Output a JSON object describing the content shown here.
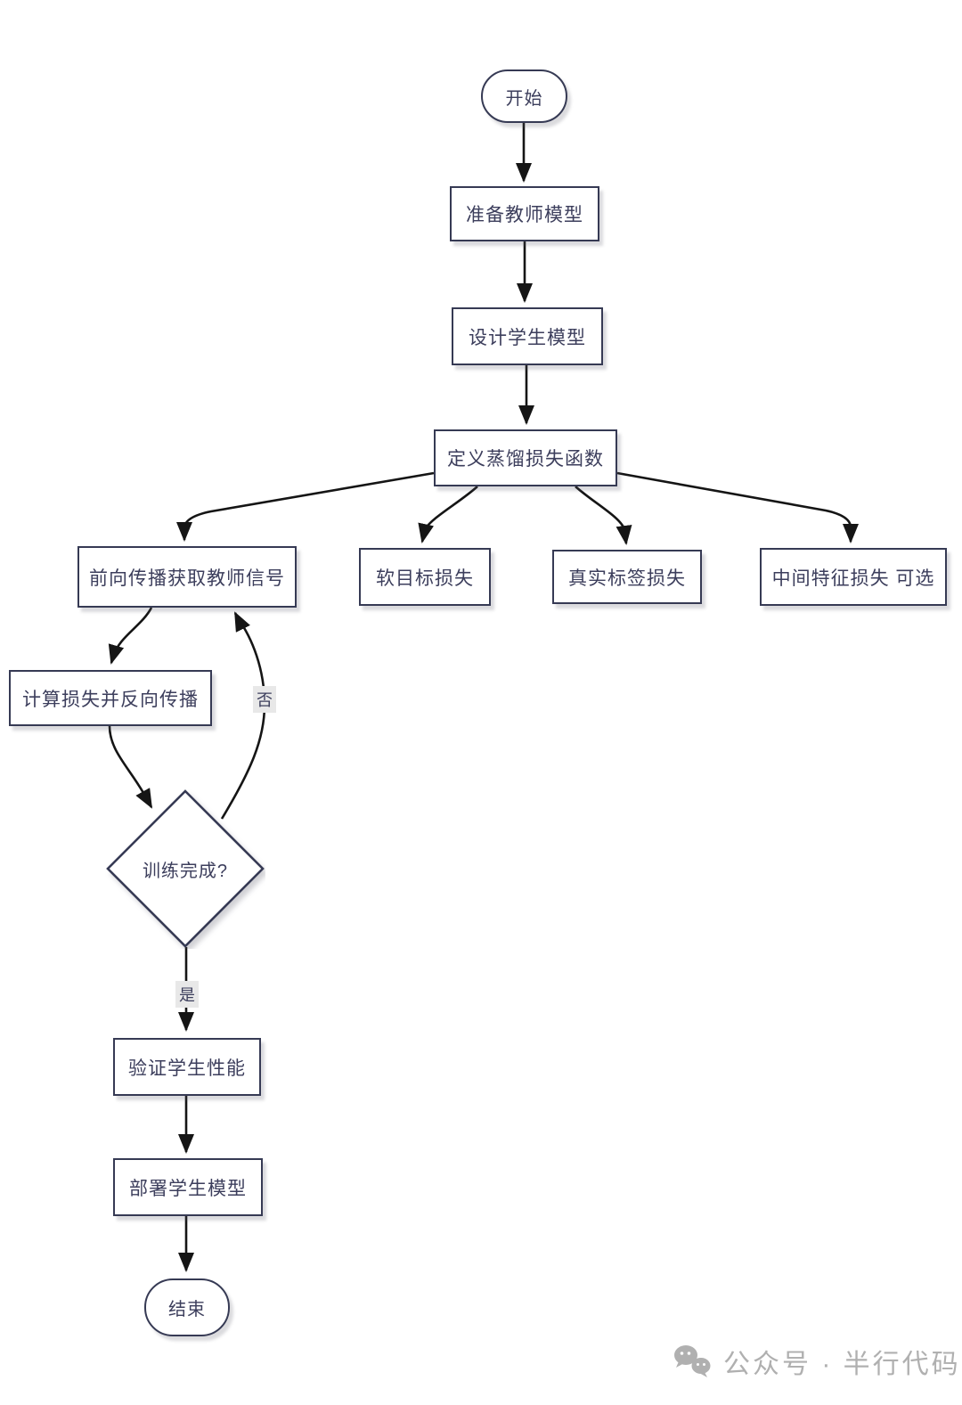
{
  "diagram": {
    "background_color": "#ffffff",
    "node_border_color": "#363a54",
    "node_fill_color": "#ffffff",
    "node_text_color": "#3c3e5c",
    "edge_color": "#151515",
    "edge_label_bg_color": "#e8e8e8",
    "nodes": {
      "start": {
        "label": "开始",
        "shape": "stadium"
      },
      "prepare_teacher": {
        "label": "准备教师模型",
        "shape": "rect"
      },
      "design_student": {
        "label": "设计学生模型",
        "shape": "rect"
      },
      "define_loss": {
        "label": "定义蒸馏损失函数",
        "shape": "rect"
      },
      "forward_teacher": {
        "label": "前向传播获取教师信号",
        "shape": "rect"
      },
      "soft_target_loss": {
        "label": "软目标损失",
        "shape": "rect"
      },
      "ground_truth_loss": {
        "label": "真实标签损失",
        "shape": "rect"
      },
      "feature_loss": {
        "label": "中间特征损失 可选",
        "shape": "rect"
      },
      "compute_backprop": {
        "label": "计算损失并反向传播",
        "shape": "rect"
      },
      "training_done": {
        "label": "训练完成?",
        "shape": "diamond"
      },
      "validate_student": {
        "label": "验证学生性能",
        "shape": "rect"
      },
      "deploy_student": {
        "label": "部署学生模型",
        "shape": "rect"
      },
      "end": {
        "label": "结束",
        "shape": "stadium"
      }
    },
    "edge_labels": {
      "no": "否",
      "yes": "是"
    }
  },
  "watermark": {
    "icon": "wechat-icon",
    "text": "公众号 · 半行代码",
    "color": "#b0b0b0"
  }
}
